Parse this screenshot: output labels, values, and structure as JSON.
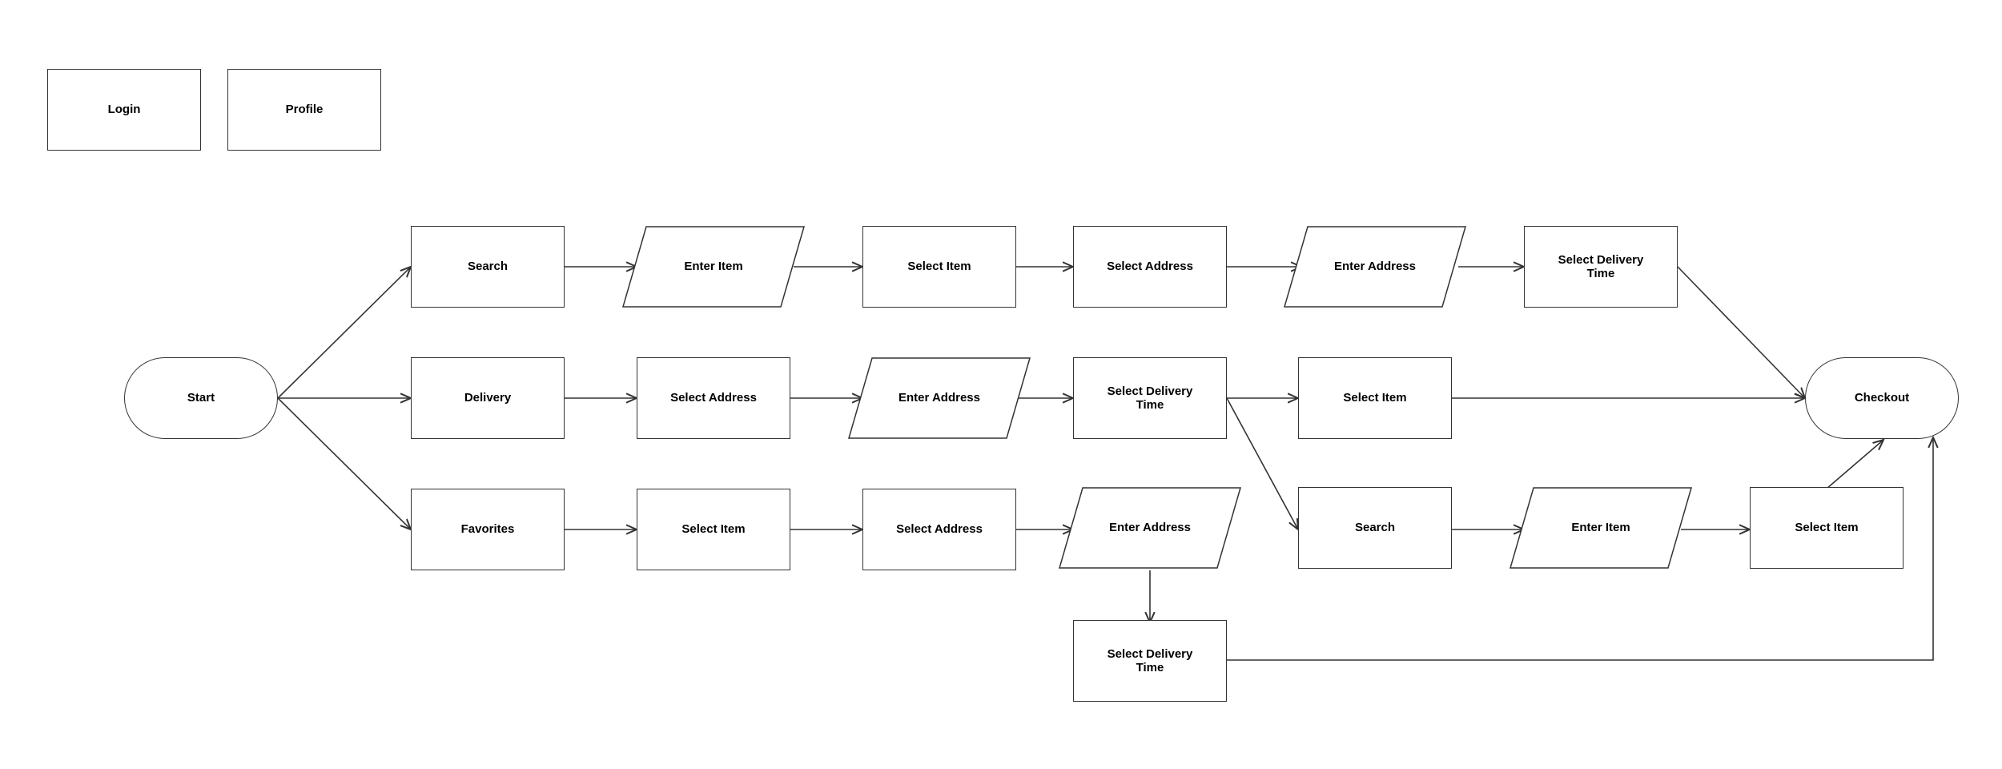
{
  "diagram": {
    "type": "flowchart",
    "colors": {
      "stroke": "#333333",
      "text": "#000000",
      "background": "#ffffff"
    },
    "standalone": {
      "login": "Login",
      "profile": "Profile"
    },
    "terminals": {
      "start": "Start",
      "checkout": "Checkout"
    },
    "row1": {
      "search": "Search",
      "enter_item": "Enter Item",
      "select_item": "Select Item",
      "select_address": "Select Address",
      "enter_address": "Enter Address",
      "select_delivery_time": "Select Delivery Time"
    },
    "row2": {
      "delivery": "Delivery",
      "select_address": "Select Address",
      "enter_address": "Enter Address",
      "select_delivery_time": "Select Delivery Time",
      "select_item": "Select Item"
    },
    "row3": {
      "favorites": "Favorites",
      "select_item": "Select Item",
      "select_address": "Select Address",
      "enter_address": "Enter Address",
      "search": "Search",
      "enter_item": "Enter Item",
      "select_item_2": "Select Item"
    },
    "row4": {
      "select_delivery_time": "Select Delivery Time"
    }
  }
}
